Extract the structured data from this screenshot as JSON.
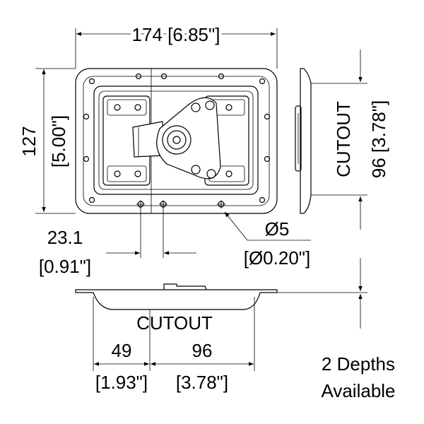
{
  "dimensions": {
    "width_mm": "174",
    "width_in": "[6.85\"]",
    "height_mm": "127",
    "height_in": "[5.00\"]",
    "cutout_side_label": "CUTOUT",
    "cutout_side_mm_in": "96 [3.78\"]",
    "offset_mm": "23.1",
    "offset_in": "[0.91\"]",
    "hole_dia_mm": "Ø5",
    "hole_dia_in": "[Ø0.20\"]",
    "cutout_bottom_label": "CUTOUT",
    "depth_a_mm": "49",
    "depth_a_in": "[1.93\"]",
    "depth_b_mm": "96",
    "depth_b_in": "[3.78\"]"
  },
  "note": {
    "line1": "2 Depths",
    "line2": "Available"
  }
}
